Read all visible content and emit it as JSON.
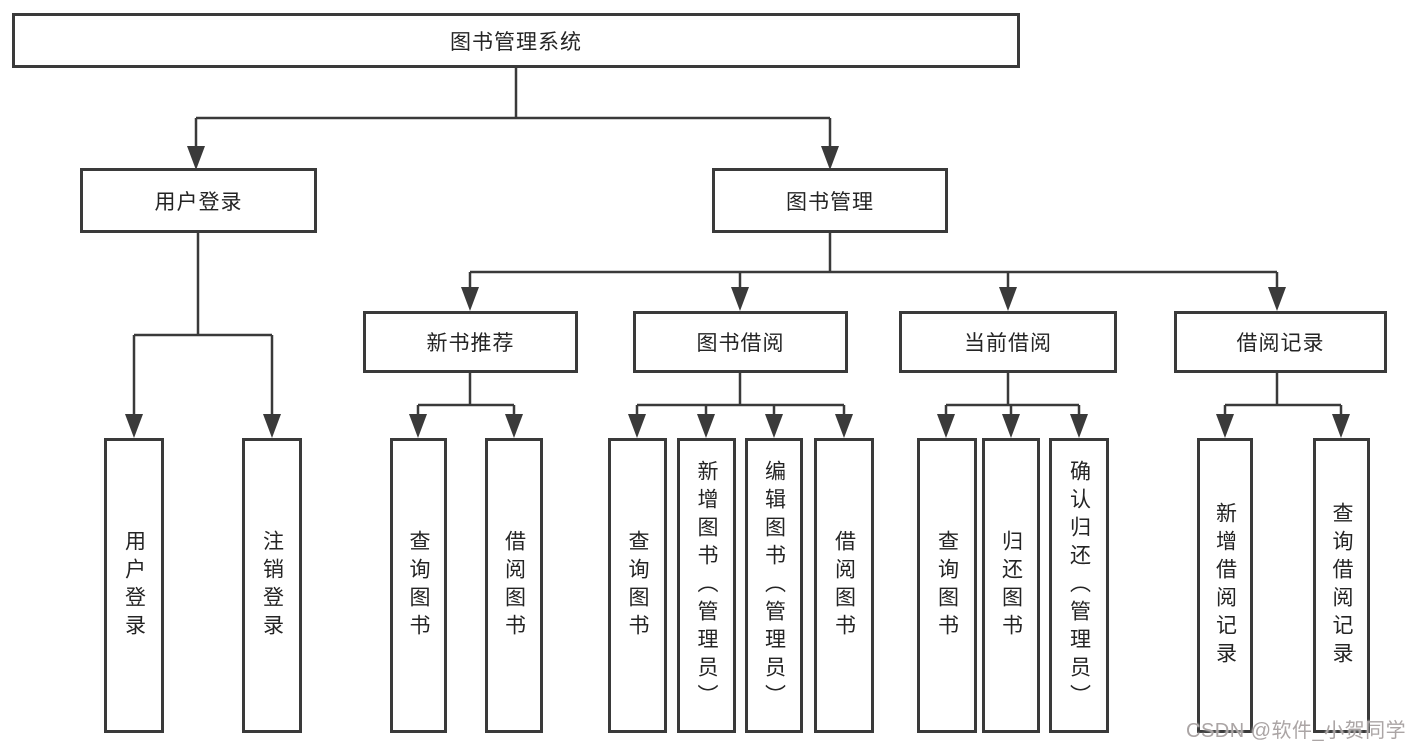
{
  "tree": {
    "root": "图书管理系统",
    "branches": [
      {
        "label": "用户登录",
        "children": [
          "用户登录",
          "注销登录"
        ]
      },
      {
        "label": "图书管理",
        "groups": [
          {
            "label": "新书推荐",
            "children": [
              "查询图书",
              "借阅图书"
            ]
          },
          {
            "label": "图书借阅",
            "children": [
              "查询图书",
              "新增图书（管理员）",
              "编辑图书（管理员）",
              "借阅图书"
            ]
          },
          {
            "label": "当前借阅",
            "children": [
              "查询图书",
              "归还图书",
              "确认归还（管理员）"
            ]
          },
          {
            "label": "借阅记录",
            "children": [
              "新增借阅记录",
              "查询借阅记录"
            ]
          }
        ]
      }
    ]
  },
  "watermark": "CSDN @软件_小贺同学",
  "colors": {
    "line": "#3a3a3a",
    "box_border": "#3a3a3a",
    "box_fill": "#ffffff",
    "text": "#242424",
    "watermark": "#aba5a5",
    "background": "#ffffff"
  }
}
